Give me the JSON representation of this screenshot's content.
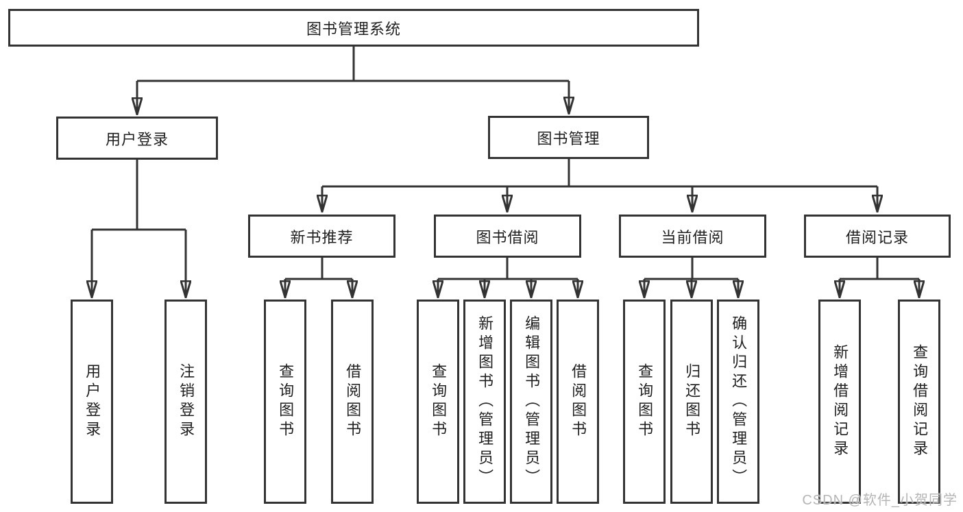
{
  "diagram_title": "图书管理系统",
  "tree": {
    "label": "图书管理系统",
    "children": [
      {
        "label": "用户登录",
        "children": [
          {
            "label": "用户登录"
          },
          {
            "label": "注销登录"
          }
        ]
      },
      {
        "label": "图书管理",
        "children": [
          {
            "label": "新书推荐",
            "children": [
              {
                "label": "查询图书"
              },
              {
                "label": "借阅图书"
              }
            ]
          },
          {
            "label": "图书借阅",
            "children": [
              {
                "label": "查询图书"
              },
              {
                "label": "新增图书（管理员）"
              },
              {
                "label": "编辑图书（管理员）"
              },
              {
                "label": "借阅图书"
              }
            ]
          },
          {
            "label": "当前借阅",
            "children": [
              {
                "label": "查询图书"
              },
              {
                "label": "归还图书"
              },
              {
                "label": "确认归还（管理员）"
              }
            ]
          },
          {
            "label": "借阅记录",
            "children": [
              {
                "label": "新增借阅记录"
              },
              {
                "label": "查询借阅记录"
              }
            ]
          }
        ]
      }
    ]
  },
  "watermark": {
    "text": "CSDN @软件_小贺同学"
  },
  "colors": {
    "line": "#333333",
    "text": "#1f1f1f",
    "background": "#ffffff",
    "watermark": "#b5b5b5"
  }
}
